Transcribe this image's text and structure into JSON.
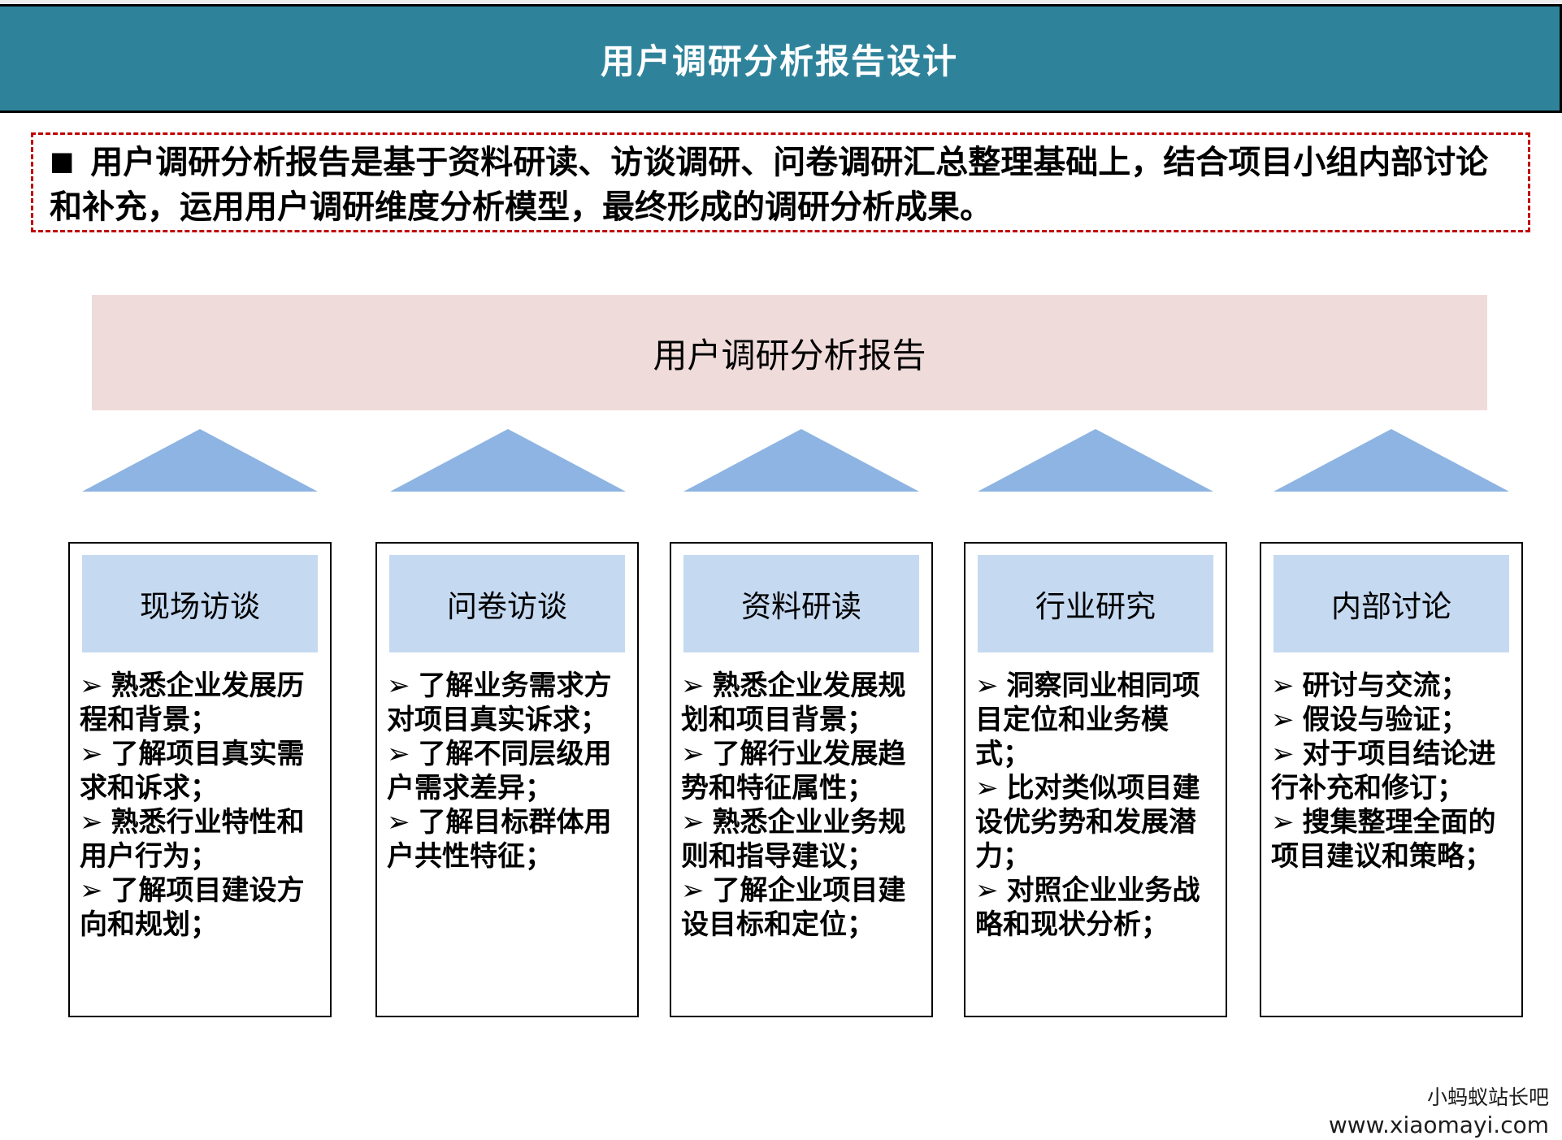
{
  "slide": {
    "title": "用户调研分析报告设计",
    "intro": {
      "bullet": "■",
      "text": "用户调研分析报告是基于资料研读、访谈调研、问卷调研汇总整理基础上，结合项目小组内部讨论和补充，运用用户调研维度分析模型，最终形成的调研分析成果。"
    },
    "report_box": {
      "label": "用户调研分析报告"
    },
    "icons": {
      "item_arrow": "➢"
    },
    "columns": [
      {
        "title": "现场访谈",
        "items": [
          "熟悉企业发展历程和背景；",
          "了解项目真实需求和诉求；",
          "熟悉行业特性和用户行为；",
          "了解项目建设方向和规划；"
        ]
      },
      {
        "title": "问卷访谈",
        "items": [
          "了解业务需求方对项目真实诉求；",
          "了解不同层级用户需求差异；",
          "了解目标群体用户共性特征；"
        ]
      },
      {
        "title": "资料研读",
        "items": [
          "熟悉企业发展规划和项目背景；",
          "了解行业发展趋势和特征属性；",
          "熟悉企业业务规则和指导建议；",
          "了解企业项目建设目标和定位；"
        ]
      },
      {
        "title": "行业研究",
        "items": [
          "洞察同业相同项目定位和业务模式；",
          "比对类似项目建设优劣势和发展潜力；",
          "对照企业业务战略和现状分析；"
        ]
      },
      {
        "title": "内部讨论",
        "items": [
          "研讨与交流；",
          "假设与验证；",
          "对于项目结论进行补充和修订；",
          "搜集整理全面的项目建议和策略；"
        ]
      }
    ],
    "footer": {
      "site_name": "小蚂蚁站长吧",
      "site_url": "www.xiaomayi.com"
    },
    "colors": {
      "header_teal": "#2E839B",
      "report_pink": "#F0DBDB",
      "triangle_blue": "#8DB4E2",
      "column_header_blue": "#C5D9F1",
      "intro_border_red": "#C00000"
    }
  }
}
